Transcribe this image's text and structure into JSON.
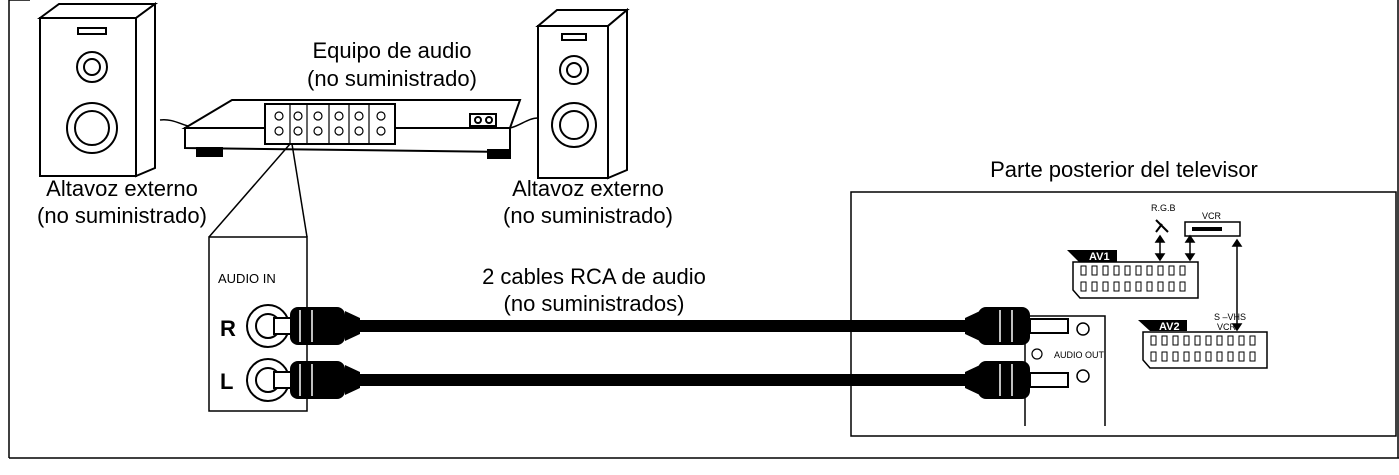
{
  "labels": {
    "audio_equipment": [
      "Equipo de audio",
      "(no suministrado)"
    ],
    "speaker_left": [
      "Altavoz externo",
      "(no suministrado)"
    ],
    "speaker_right": [
      "Altavoz externo",
      "(no suministrado)"
    ],
    "tv_rear": "Parte posterior del televisor",
    "cables": [
      "2 cables RCA de audio",
      "(no suministrados)"
    ],
    "audio_in": "AUDIO IN",
    "channel_r": "R",
    "channel_l": "L",
    "audio_out": "AUDIO OUT",
    "rgb": "R.G.B",
    "vcr": "VCR",
    "av1": "AV1",
    "av2": "AV2",
    "svhs": "S –VHS",
    "vcr2": "VCR"
  }
}
